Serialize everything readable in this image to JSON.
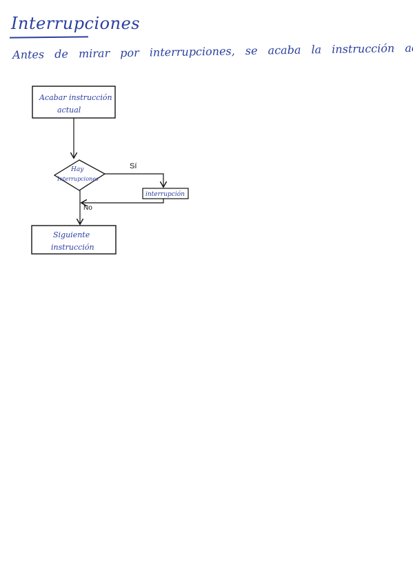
{
  "heading": "Interrupciones",
  "intro": "Antes de mirar por interrupciones, se acaba la instrucción actual",
  "diagram": {
    "node_start_line1": "Acabar instrucción",
    "node_start_line2": "actual",
    "decision_line1": "Hay",
    "decision_line2": "Interrupciones",
    "yes_label": "Sí",
    "interrupt_box": "interrupción",
    "no_label": "No",
    "node_next_line1": "Siguiente",
    "node_next_line2": "instrucción"
  },
  "colors": {
    "ink_blue": "#2a3f9e",
    "ink_black": "#111111"
  }
}
